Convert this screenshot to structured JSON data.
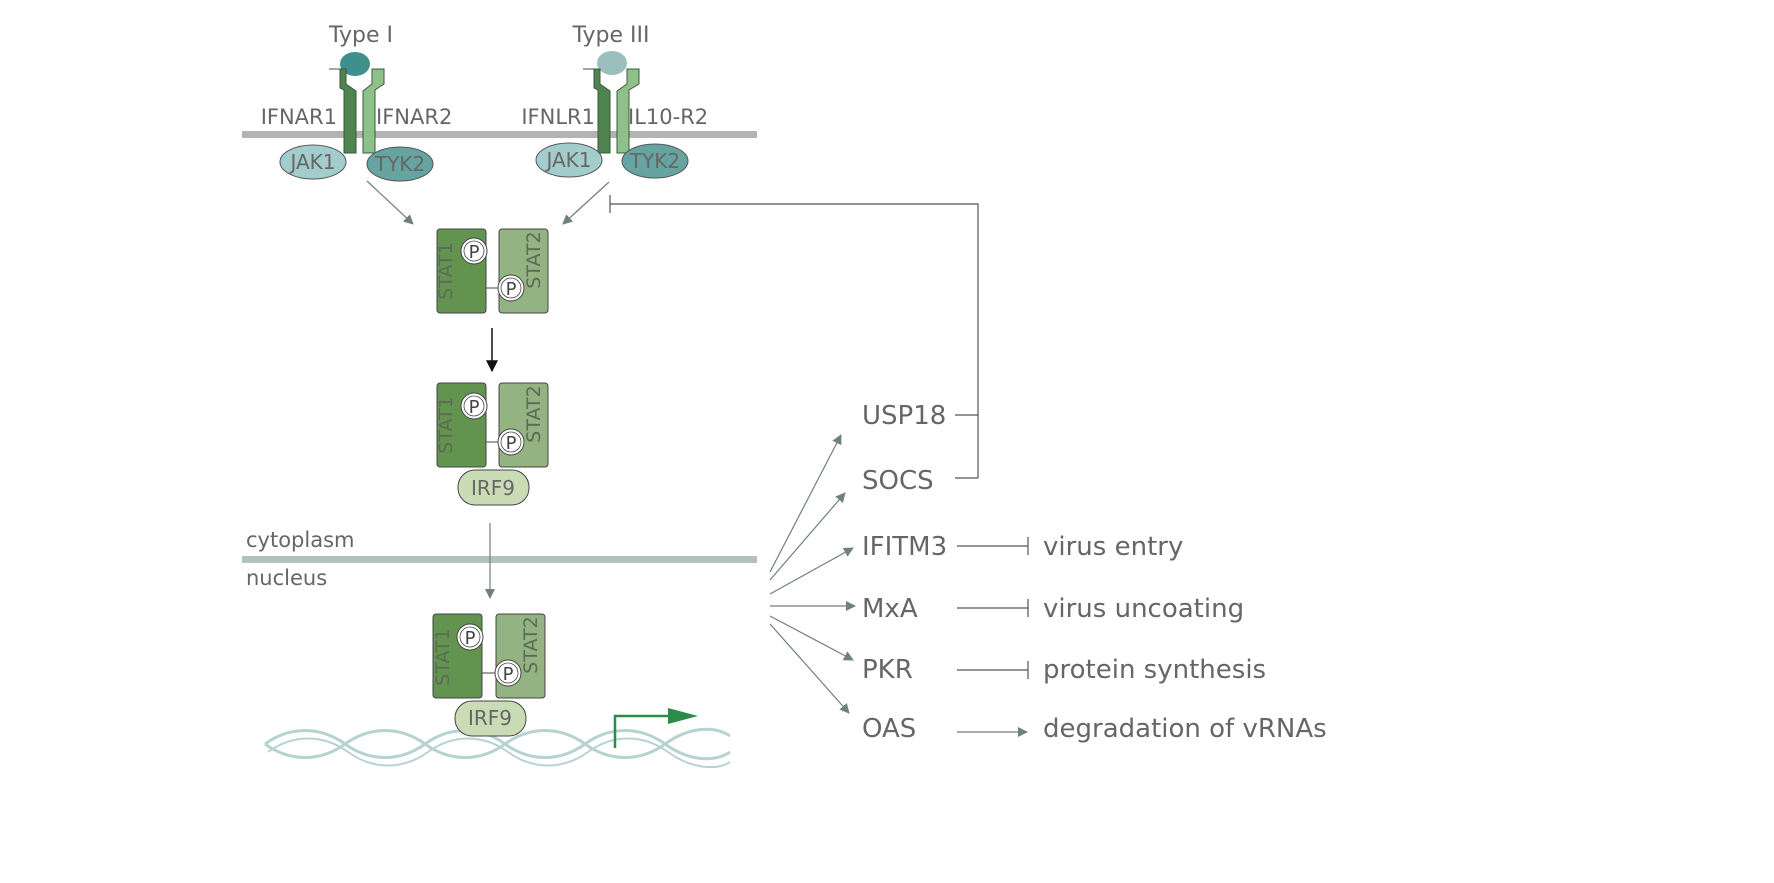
{
  "colors": {
    "membrane": "#b3b3b3",
    "nuclear_membrane": "#b2c2c1",
    "text": "#666666",
    "arrow": "#6f807d",
    "stat1": "#62944f",
    "stat2": "#94b382",
    "irf9": "#c9dcb5",
    "receptor_dark": "#4f8350",
    "receptor_light": "#90c08a",
    "type1_ligand": "#3f8f8d",
    "type3_ligand": "#9bbfbf",
    "jak1": "#a2cdcc",
    "tyk2": "#66a4a1",
    "dna": "#b6d3d2",
    "tss_arrow": "#2d8b48"
  },
  "receptors": [
    {
      "ligand_label": "Type I",
      "chain1": "IFNAR1",
      "chain2": "IFNAR2",
      "kinase1": "JAK1",
      "kinase2": "TYK2"
    },
    {
      "ligand_label": "Type III",
      "chain1": "IFNLR1",
      "chain2": "IL10-R2",
      "kinase1": "JAK1",
      "kinase2": "TYK2"
    }
  ],
  "complexes": [
    {
      "stat1": "STAT1",
      "stat2": "STAT2",
      "phospho": "P",
      "irf9": ""
    },
    {
      "stat1": "STAT1",
      "stat2": "STAT2",
      "phospho": "P",
      "irf9": "IRF9"
    },
    {
      "stat1": "STAT1",
      "stat2": "STAT2",
      "phospho": "P",
      "irf9": "IRF9"
    }
  ],
  "compartments": {
    "cytoplasm": "cytoplasm",
    "nucleus": "nucleus"
  },
  "isgs": [
    {
      "gene": "USP18",
      "effect": "",
      "link": "feedback"
    },
    {
      "gene": "SOCS",
      "effect": "",
      "link": "feedback"
    },
    {
      "gene": "IFITM3",
      "effect": "virus entry",
      "link": "inhibits"
    },
    {
      "gene": "MxA",
      "effect": "virus uncoating",
      "link": "inhibits"
    },
    {
      "gene": "PKR",
      "effect": "protein synthesis",
      "link": "inhibits"
    },
    {
      "gene": "OAS",
      "effect": "degradation of vRNAs",
      "link": "promotes"
    }
  ]
}
